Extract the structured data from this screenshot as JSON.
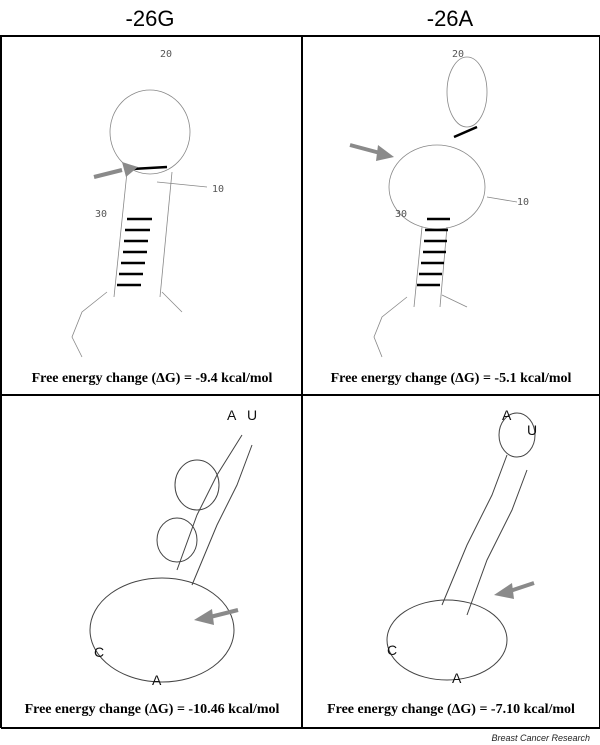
{
  "columns": [
    "-26G",
    "-26A"
  ],
  "panels": [
    {
      "energy": "Free energy change (ΔG) = -9.4 kcal/mol"
    },
    {
      "energy": "Free energy change (ΔG) = -5.1 kcal/mol"
    },
    {
      "energy": "Free energy change (ΔG) = -10.46 kcal/mol"
    },
    {
      "energy": "Free energy change (ΔG) = -7.10 kcal/mol"
    }
  ],
  "structure_labels": [
    "20",
    "10",
    "30",
    "20",
    "10",
    "30"
  ],
  "credit": "Breast Cancer Research",
  "colors": {
    "arrow": "#8a8a8a",
    "line": "#000000"
  }
}
